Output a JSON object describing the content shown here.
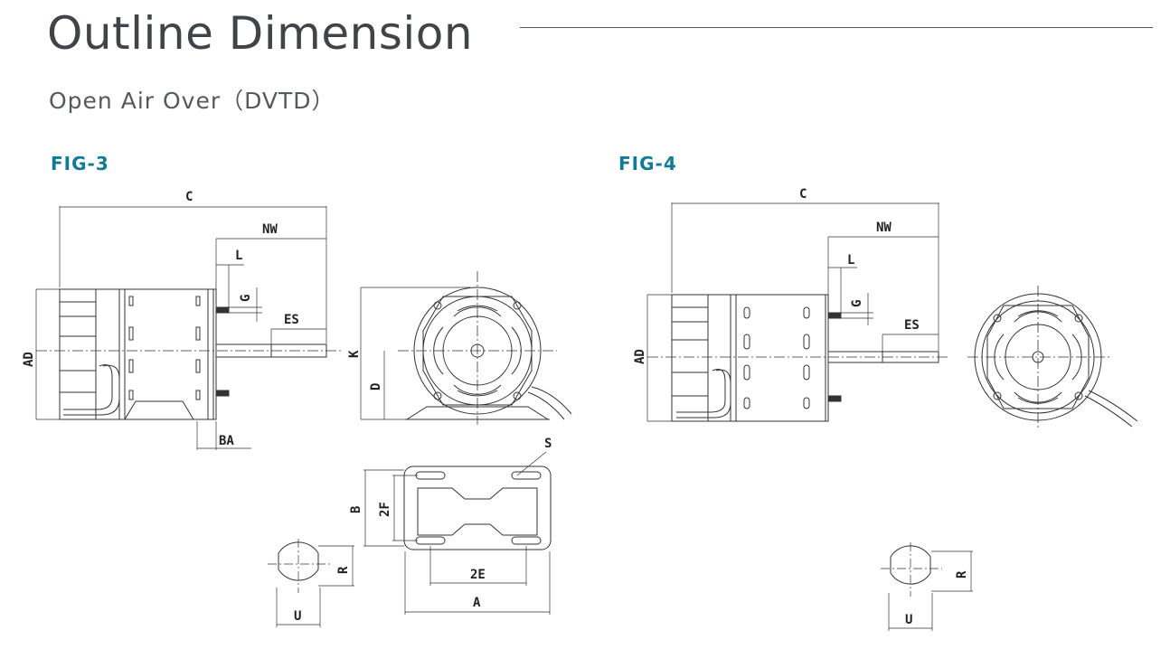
{
  "title": "Outline Dimension",
  "subtitle": "Open Air Over（DVTD）",
  "figures": [
    {
      "label": "FIG-3",
      "dims": {
        "C": "C",
        "NW": "NW",
        "L": "L",
        "G": "G",
        "ES": "ES",
        "AD": "AD",
        "BA": "BA",
        "K": "K",
        "D": "D",
        "S": "S",
        "B": "B",
        "F2": "2F",
        "E2": "2E",
        "A": "A",
        "R": "R",
        "U": "U"
      }
    },
    {
      "label": "FIG-4",
      "dims": {
        "C": "C",
        "NW": "NW",
        "L": "L",
        "G": "G",
        "ES": "ES",
        "AD": "AD",
        "R": "R",
        "U": "U"
      }
    }
  ],
  "colors": {
    "accent": "#127a93",
    "line": "#333333",
    "text": "#3f4448"
  }
}
